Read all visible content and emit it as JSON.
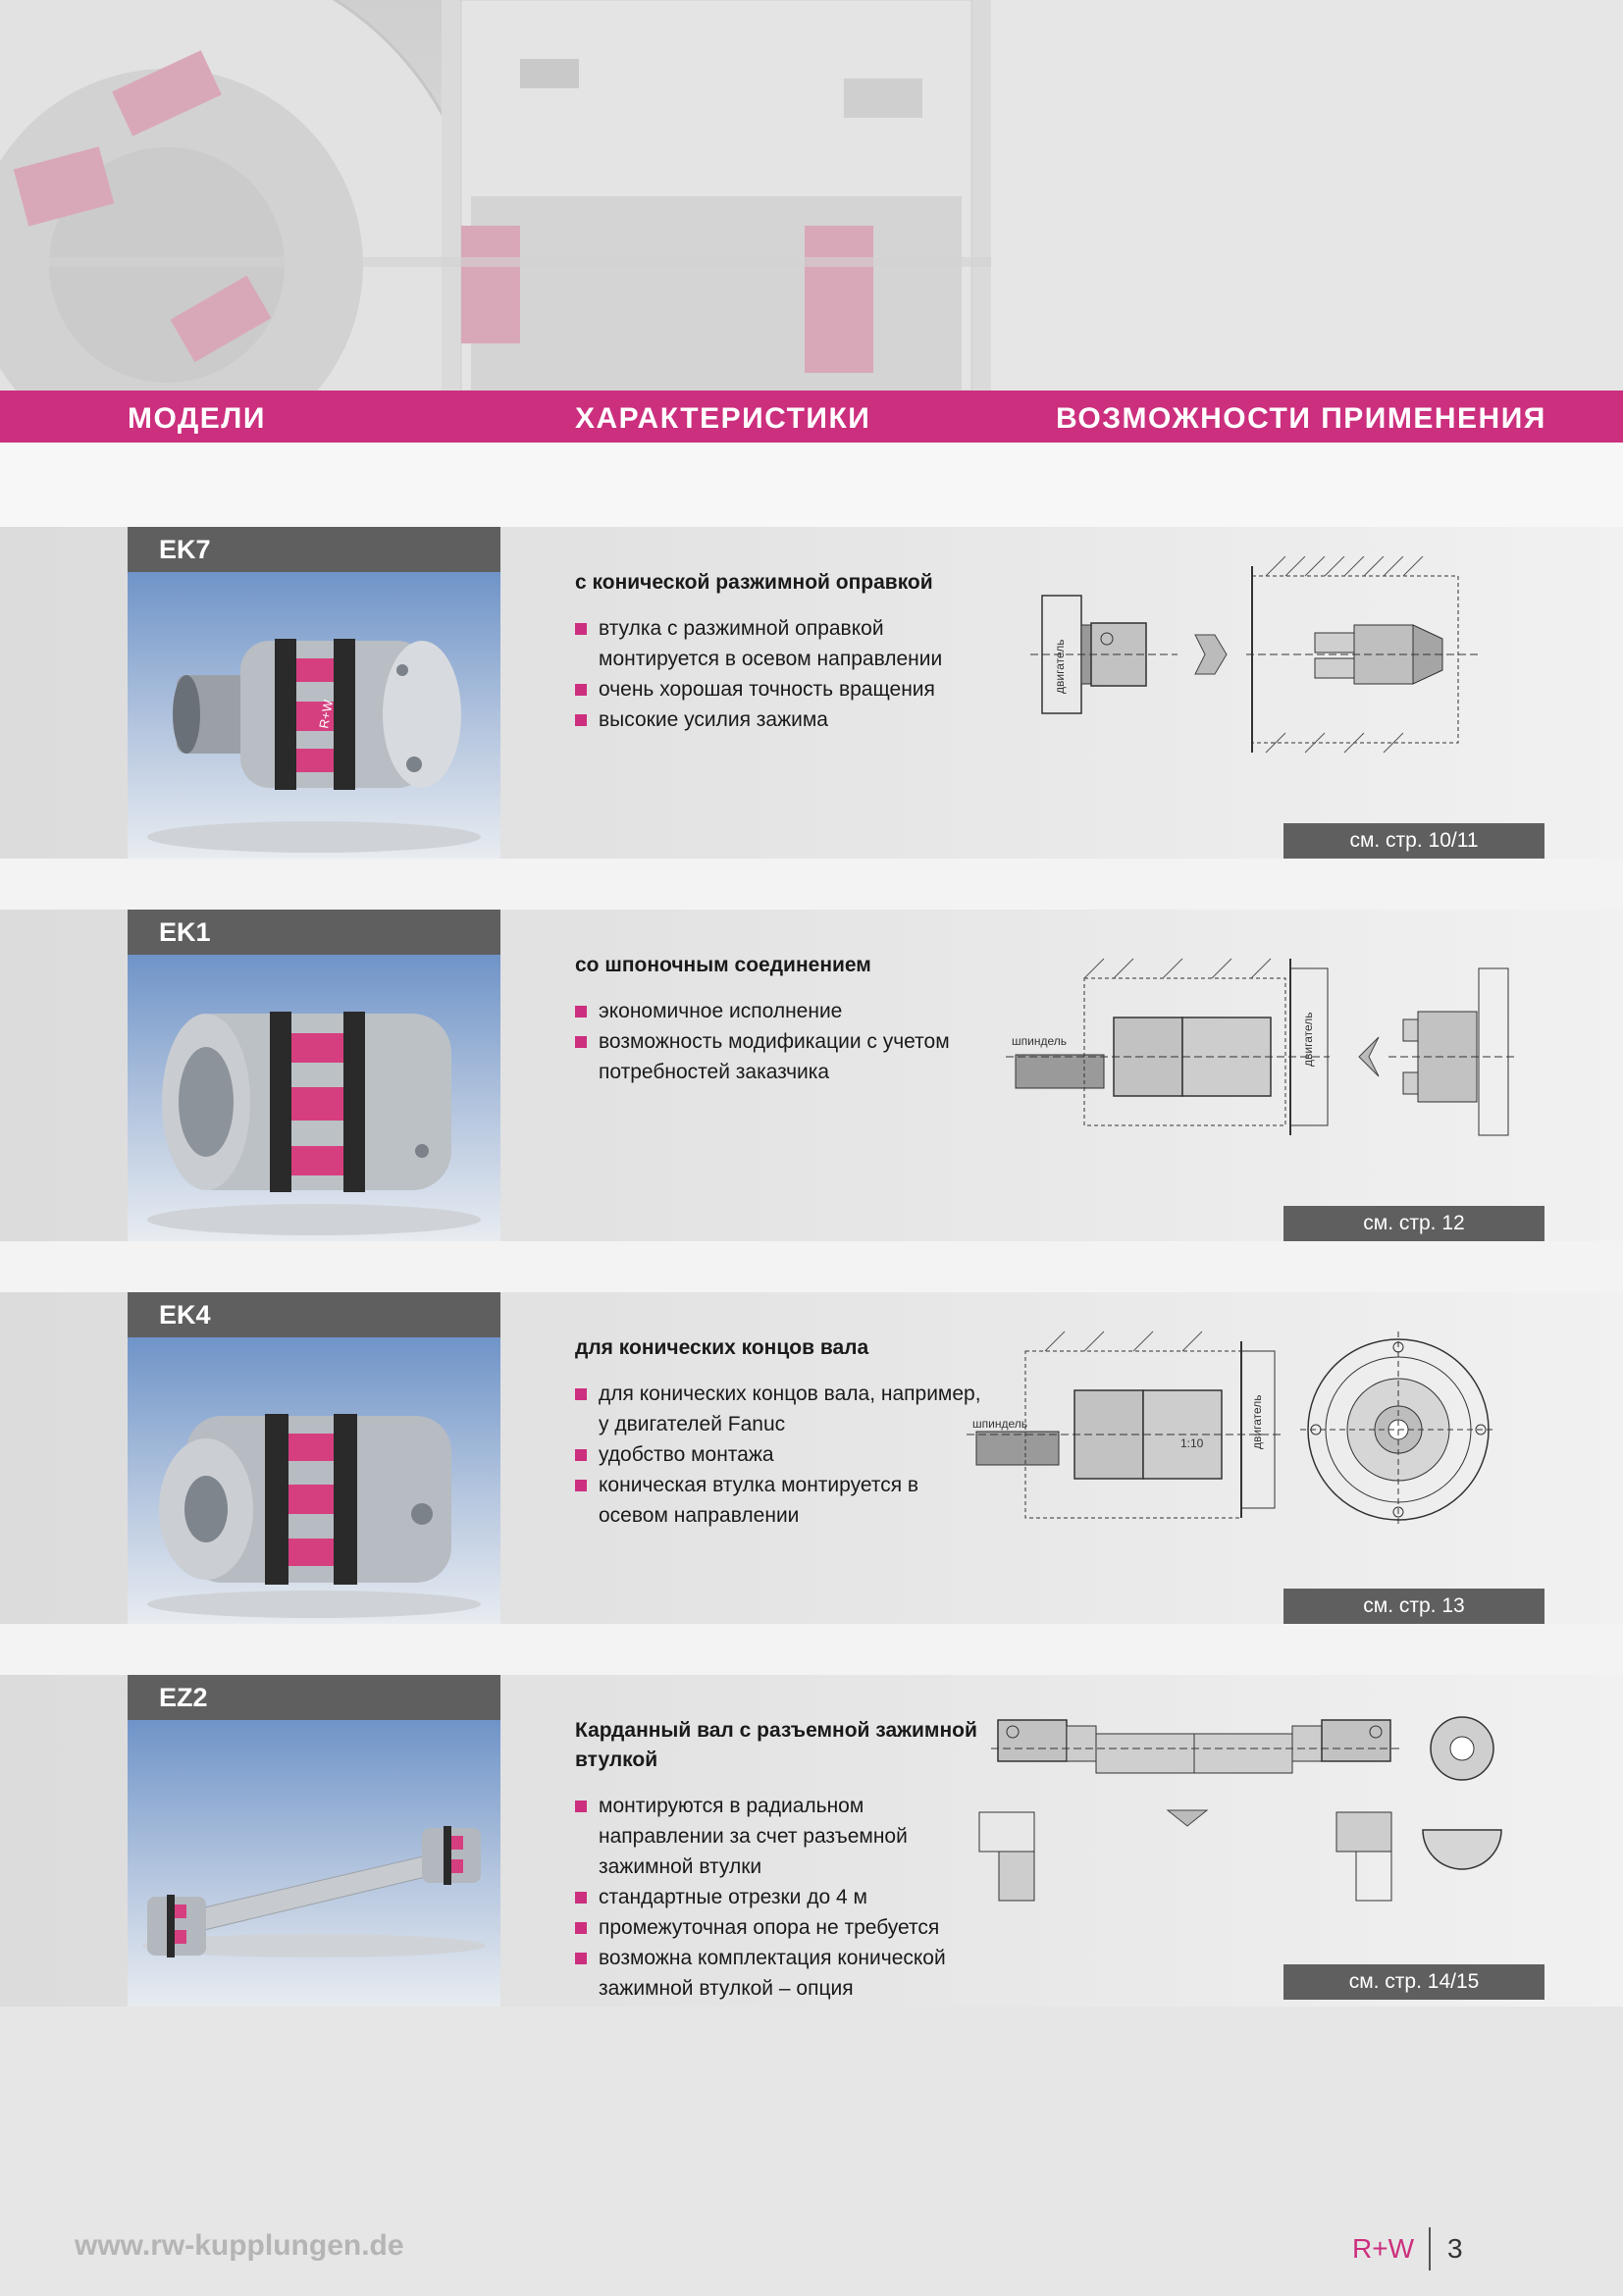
{
  "header": {
    "col1": "МОДЕЛИ",
    "col2": "ХАРАКТЕРИСТИКИ",
    "col3": "ВОЗМОЖНОСТИ ПРИМЕНЕНИЯ"
  },
  "products": [
    {
      "model": "EK7",
      "title": "с конической разжимной оправкой",
      "features": [
        "втулка с разжимной оправкой монтируется в осевом направлении",
        "очень хорошая точность вращения",
        "высокие усилия зажима"
      ],
      "diagram_labels": [
        "двигатель"
      ],
      "page_ref": "см. стр. 10/11"
    },
    {
      "model": "EK1",
      "title": "со шпоночным соединением",
      "features": [
        "экономичное исполнение",
        "возможность модификации с учетом потребностей заказчика"
      ],
      "diagram_labels": [
        "шпиндель",
        "двигатель"
      ],
      "page_ref": "см. стр. 12"
    },
    {
      "model": "EK4",
      "title": "для конических концов вала",
      "features": [
        "для конических концов вала, например, у двигателей Fanuc",
        "удобство монтажа",
        "коническая втулка монтируется в осевом направлении"
      ],
      "diagram_labels": [
        "шпиндель",
        "двигатель",
        "1:10"
      ],
      "page_ref": "см. стр. 13"
    },
    {
      "model": "EZ2",
      "title": "Карданный вал с разъемной зажимной втулкой",
      "features": [
        "монтируются в радиальном направлении за счет разъемной зажимной втулки",
        "стандартные отрезки до 4 м",
        "промежуточная опора не требуется",
        "возможна комплектация конической зажимной втулкой – опция"
      ],
      "diagram_labels": [],
      "page_ref": "см. стр. 14/15"
    }
  ],
  "photo_brand": "R+W",
  "footer": {
    "url": "www.rw-kupplungen.de",
    "brand": "R+W",
    "page": "3"
  },
  "colors": {
    "accent": "#cc2f7e",
    "tag_bg": "#5f5f60",
    "footer_text": "#b5b5b5"
  }
}
